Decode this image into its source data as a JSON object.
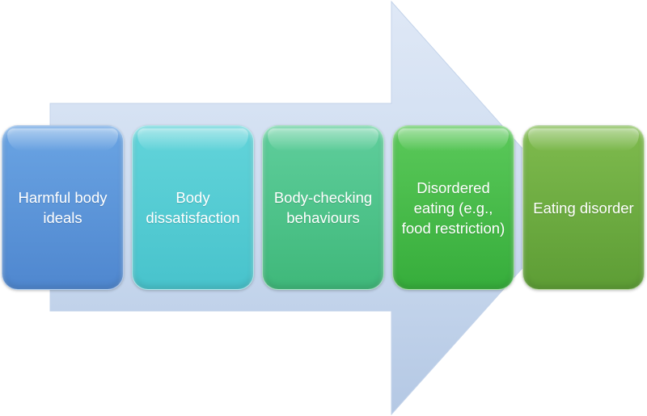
{
  "steps": [
    {
      "label": "Harmful body ideals",
      "color": "#5b95da"
    },
    {
      "label": "Body dissatisfaction",
      "color": "#55cbd3"
    },
    {
      "label": "Body-checking behaviours",
      "color": "#4fc38b"
    },
    {
      "label": "Disordered eating (e.g., food restriction)",
      "color": "#48bb4a"
    },
    {
      "label": "Eating disorder",
      "color": "#6eac41"
    }
  ],
  "arrow_color": "#c9d8ee"
}
